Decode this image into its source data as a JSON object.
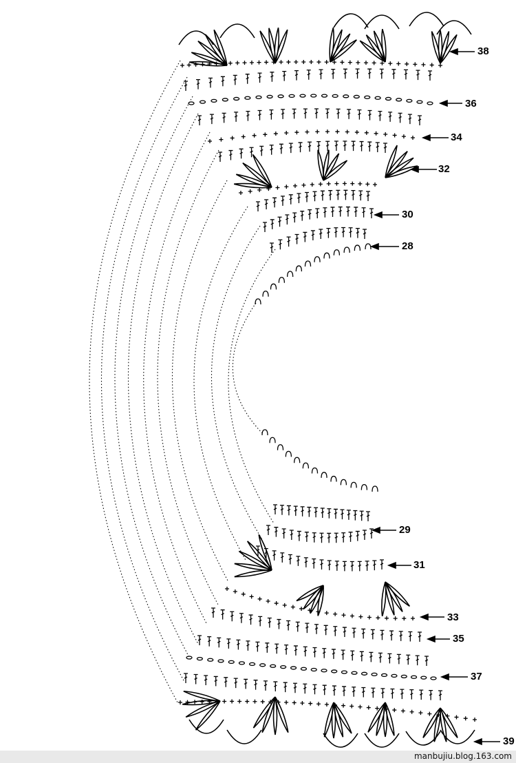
{
  "rows": {
    "upper": [
      "38",
      "36",
      "34",
      "32",
      "30",
      "28"
    ],
    "lower": [
      "29",
      "31",
      "33",
      "35",
      "37",
      "39"
    ]
  },
  "watermark": "manbujiu.blog.163.com"
}
